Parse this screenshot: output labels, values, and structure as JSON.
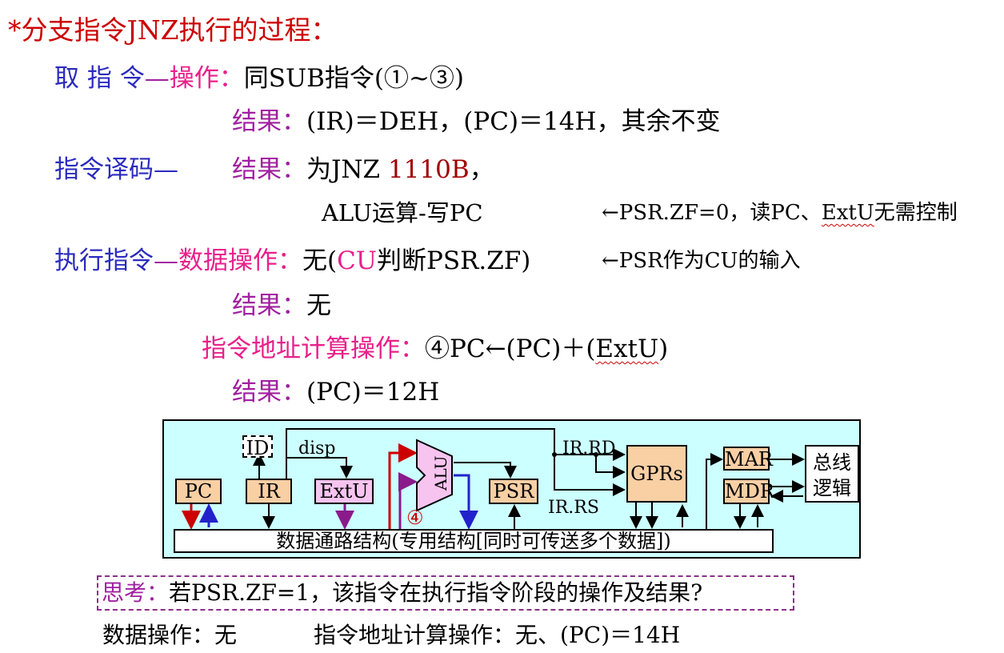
{
  "title": "*分支指令JNZ执行的过程：",
  "fetch": {
    "stage": "取 指 令",
    "dash": "—",
    "op_label": "操作：",
    "op_text": "同SUB指令(①~③)",
    "result_label": "结果：",
    "result_text": "(IR)＝DEH，(PC)＝14H，其余不变"
  },
  "decode": {
    "stage": "指令译码—",
    "result_label": "结果：",
    "result_prefix": "为JNZ ",
    "opcode": "1110B",
    "result_suffix": "，",
    "control_line": "ALU运算-写PC",
    "note_prefix": "←PSR.ZF=0，读PC、",
    "note_extu": "ExtU",
    "note_suffix": "无需控制"
  },
  "execute": {
    "stage": "执行指令",
    "dash": "—",
    "data_op_label": "数据操作：",
    "data_op_prefix": "无(",
    "data_op_cu": "CU",
    "data_op_suffix": "判断PSR.ZF)",
    "note": "←PSR作为CU的输入",
    "result_label": "结果：",
    "result_text": "无",
    "addr_op_label": "指令地址计算操作：",
    "addr_op_prefix": "④PC←(PC)＋(",
    "addr_op_extu": "ExtU",
    "addr_op_suffix": ")",
    "addr_result_label": "结果：",
    "addr_result_text": "(PC)＝12H"
  },
  "diagram": {
    "id": "ID",
    "disp": "disp",
    "pc": "PC",
    "ir": "IR",
    "extu": "ExtU",
    "alu": "ALU",
    "psr": "PSR",
    "ir_rd": "IR.RD",
    "ir_rs": "IR.RS",
    "gprs": "GPRs",
    "mar": "MAR",
    "mdr": "MDR",
    "bus_logic_1": "总线",
    "bus_logic_2": "逻辑",
    "step": "④",
    "datapath": "数据通路结构(专用结构[同时可传送多个数据])"
  },
  "think": {
    "label": "思考：",
    "question": "若PSR.ZF=1，该指令在执行指令阶段的操作及结果?"
  },
  "answer": {
    "data_op": "数据操作：无",
    "addr_op": "指令地址计算操作：无、(PC)＝14H"
  },
  "colors": {
    "title": "#cc0000",
    "stage": "#2b2bbf",
    "label": "#a020a0",
    "pink": "#e8208a",
    "diagram_bg": "#ccffff",
    "register_fill": "#f9cfa4",
    "extu_fill": "#f7c4f0"
  }
}
